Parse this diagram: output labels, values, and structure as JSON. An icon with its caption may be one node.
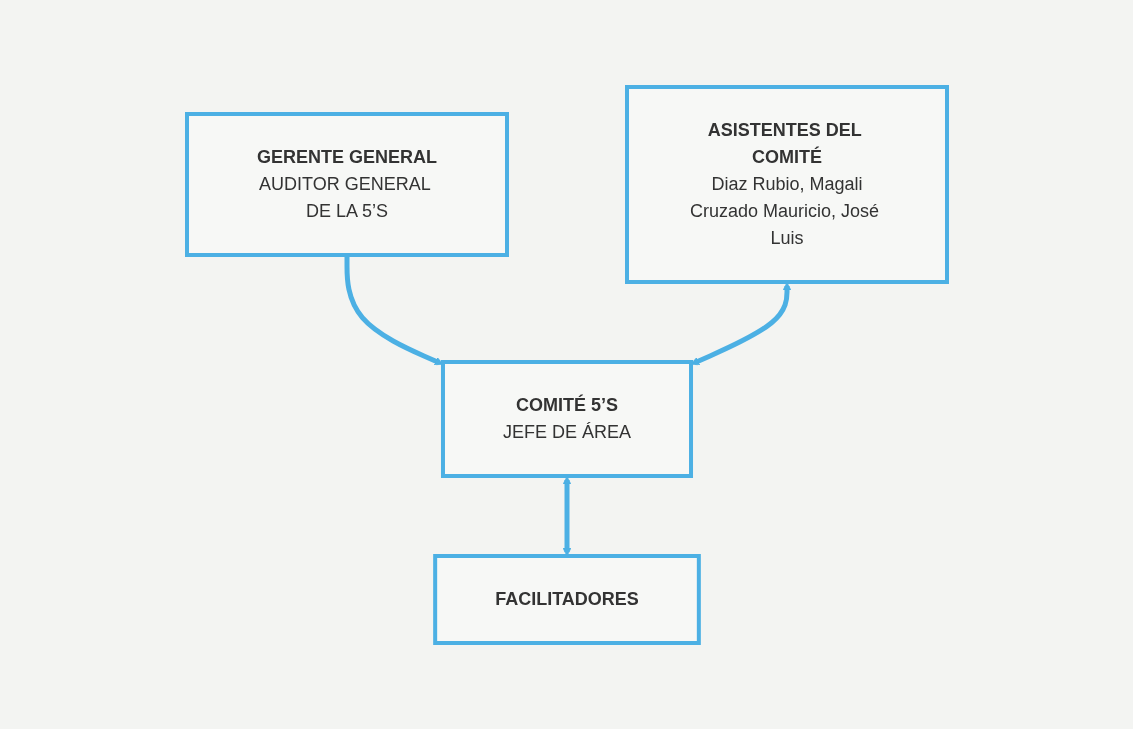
{
  "diagram": {
    "nodes": [
      {
        "text": [
          "GERENTE GENERAL",
          "AUDITOR GENERAL DE LA 5’S"
        ]
      },
      {
        "text": [
          "COMITÉ 5’S",
          "JEFE DE ÁREA"
        ]
      },
      {
        "text": [
          "ASISTENTES DEL COMITÉ",
          "Diaz Rubio, Magali",
          "Cruzado Mauricio, José Luis"
        ]
      },
      {
        "text": [
          "FACILITADORES"
        ]
      }
    ],
    "edges": [
      {
        "from": 0,
        "to": 1,
        "arrow": "to"
      },
      {
        "from": 2,
        "to": 1,
        "arrow": "both"
      },
      {
        "from": 1,
        "to": 3,
        "arrow": "both"
      }
    ]
  }
}
